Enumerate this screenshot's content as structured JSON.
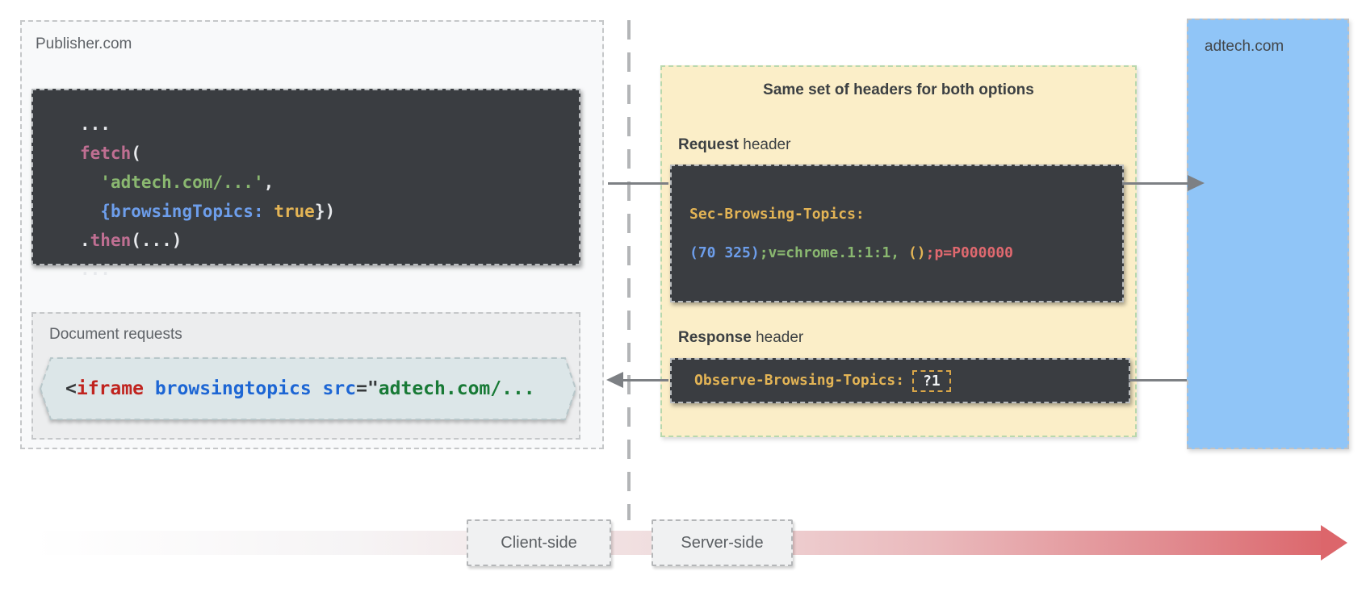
{
  "publisher": {
    "label": "Publisher.com",
    "fetch_code_lines": [
      [
        {
          "t": "...",
          "c": "white"
        }
      ],
      [
        {
          "t": "fetch",
          "c": "pink"
        },
        {
          "t": "(",
          "c": "white"
        }
      ],
      [
        {
          "t": "  ",
          "c": "white"
        },
        {
          "t": "'adtech.com/...'",
          "c": "green"
        },
        {
          "t": ",",
          "c": "white"
        }
      ],
      [
        {
          "t": "  ",
          "c": "white"
        },
        {
          "t": "{browsingTopics:",
          "c": "blue"
        },
        {
          "t": " ",
          "c": "white"
        },
        {
          "t": "true",
          "c": "yellow"
        },
        {
          "t": "})",
          "c": "white"
        }
      ],
      [
        {
          "t": ".",
          "c": "white"
        },
        {
          "t": "then",
          "c": "pink"
        },
        {
          "t": "(...)",
          "c": "white"
        }
      ],
      [
        {
          "t": "...",
          "c": "white"
        }
      ]
    ],
    "document_requests": {
      "label": "Document requests",
      "iframe_code": [
        {
          "t": "<",
          "c": "dark"
        },
        {
          "t": "iframe",
          "c": "red"
        },
        {
          "t": " ",
          "c": "dark"
        },
        {
          "t": "browsingtopics",
          "c": "blue2"
        },
        {
          "t": " ",
          "c": "dark"
        },
        {
          "t": "src",
          "c": "blue2"
        },
        {
          "t": "=\"",
          "c": "dark"
        },
        {
          "t": "adtech.com/...",
          "c": "green2"
        }
      ]
    }
  },
  "headers_panel": {
    "title": "Same set of headers for both options",
    "request_label_bold": "Request",
    "request_label_rest": " header",
    "request_header_name": "Sec-Browsing-Topics:",
    "request_header_value": [
      {
        "t": "(70 325)",
        "c": "blue"
      },
      {
        "t": ";v=chrome.1:1:1,",
        "c": "green"
      },
      {
        "t": " ",
        "c": "white"
      },
      {
        "t": "()",
        "c": "yellow"
      },
      {
        "t": ";p=P000000",
        "c": "salmon"
      }
    ],
    "response_label_bold": "Response",
    "response_label_rest": " header",
    "response_header_name": "Observe-Browsing-Topics:",
    "response_header_value": "?1"
  },
  "adtech": {
    "label": "adtech.com"
  },
  "timeline": {
    "client_label": "Client-side",
    "server_label": "Server-side"
  },
  "colors": {
    "publisher_bg": "#f8f9fa",
    "document_requests_bg": "#ecedee",
    "code_block_bg": "#3a3d41",
    "headers_panel_bg": "#fbeec8",
    "headers_panel_border": "#b9d8ac",
    "adtech_bg": "#90c5f7",
    "hexagon_bg": "#dce6e8",
    "arrow_gray": "#7d8084",
    "timeline_red": "#dc666b",
    "code_yellow": "#e3b455",
    "code_blue": "#6d9eeb",
    "code_green": "#8ab870",
    "code_pink": "#bf6f92",
    "code_salmon": "#e0696f"
  }
}
